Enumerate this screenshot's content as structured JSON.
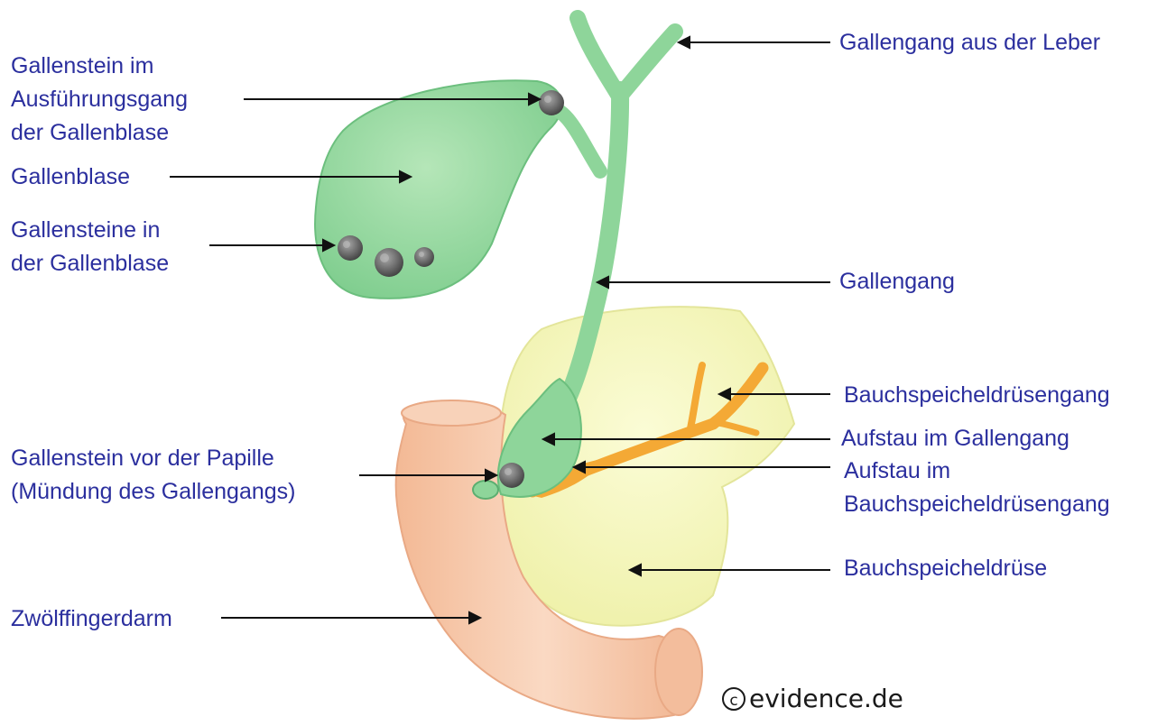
{
  "labels": {
    "gallenstein_ausfuehrungsgang": [
      "Gallenstein im",
      "Ausführungsgang",
      "der Gallenblase"
    ],
    "gallenblase": [
      "Gallenblase"
    ],
    "gallensteine_gallenblase": [
      "Gallensteine in",
      "der Gallenblase"
    ],
    "gallenstein_papille": [
      "Gallenstein vor der Papille",
      "(Mündung des Gallengangs)"
    ],
    "zwoelffingerdarm": [
      "Zwölffingerdarm"
    ],
    "gallengang_leber": [
      "Gallengang aus der Leber"
    ],
    "gallengang": [
      "Gallengang"
    ],
    "bauchspeicheldruesengang": [
      "Bauchspeicheldrüsengang"
    ],
    "aufstau_gallengang": [
      "Aufstau im Gallengang"
    ],
    "aufstau_bauchspeicheldruesengang": [
      "Aufstau im",
      "Bauchspeicheldrüsengang"
    ],
    "bauchspeicheldruese": [
      "Bauchspeicheldrüse"
    ]
  },
  "copyright": {
    "symbol": "c",
    "text": "evidence.de"
  },
  "colors": {
    "label_text": "#2b2f9e",
    "bile_green": "#8ed59a",
    "pancreas_yellow": "#f6f7bd",
    "duodenum_peach": "#f6c7a8",
    "pancreatic_duct_orange": "#f4a935",
    "stone_gray": "#5c5c5c"
  }
}
